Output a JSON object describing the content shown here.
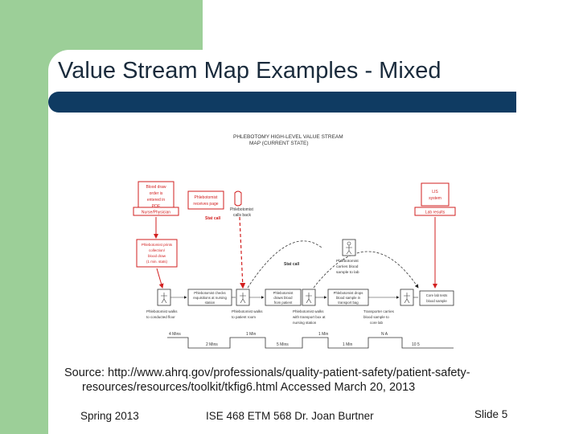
{
  "slide": {
    "title": "Value Stream Map Examples - Mixed",
    "source_line1": "Source: http://www.ahrq.gov/professionals/quality-patient-safety/patient-safety-",
    "source_line2": "resources/resources/toolkit/tkfig6.html   Accessed March 20, 2013",
    "footer_left": "Spring 2013",
    "footer_center": "ISE 468 ETM 568  Dr. Joan Burtner",
    "footer_right": "Slide 5"
  },
  "colors": {
    "green": "#9ccf98",
    "navy": "#0f3b62",
    "red": "#d21f1f"
  },
  "diagram": {
    "title_line1": "PHLEBOTOMY HIGH-LEVEL VALUE STREAM",
    "title_line2": "MAP (CURRENT STATE)",
    "info_boxes": {
      "order_box": [
        "Blood draw",
        "order is",
        "entered in",
        "POE"
      ],
      "order_box_label": "Nurse/Physician",
      "page_box": [
        "Phlebotomist",
        "receives page"
      ],
      "lis_box": [
        "LIS",
        "system"
      ],
      "lis_box_label": "Lab results",
      "print_box": [
        "Phlebotomist prints",
        "collection/",
        "blood draw",
        "(1 min. stats)"
      ]
    },
    "labels": {
      "calls_back": [
        "Phlebotomist",
        "calls back"
      ],
      "stat_call_1": "Stat call",
      "stat_call_2": "Stat call",
      "carries": [
        "Phlebotomist",
        "carries blood",
        "sample to lab"
      ]
    },
    "process_boxes": [
      [
        "Phlebotomist checks",
        "requisitions at nursing",
        "station"
      ],
      [
        "Phlebotomist",
        "draws blood",
        "from patient"
      ],
      [
        "Phlebotomist drops",
        "blood sample in",
        "transport bag"
      ],
      [
        "Core lab tests",
        "blood sample"
      ]
    ],
    "walk_labels": [
      [
        "Phlebotomist walks",
        "to conducted floor"
      ],
      [
        "Phlebotomist walks",
        "to patient room"
      ],
      [
        "Phlebotomist walks",
        "with transport box at",
        "nursing station"
      ],
      [
        "Transporter carries",
        "blood sample to",
        "core lab"
      ]
    ],
    "timeline_top": [
      "4  Mins",
      "1  Min",
      "1  Min",
      "N  A"
    ],
    "timeline_bottom": [
      "2  Mins",
      "5  Mins",
      "1  Min",
      "10  5"
    ]
  }
}
